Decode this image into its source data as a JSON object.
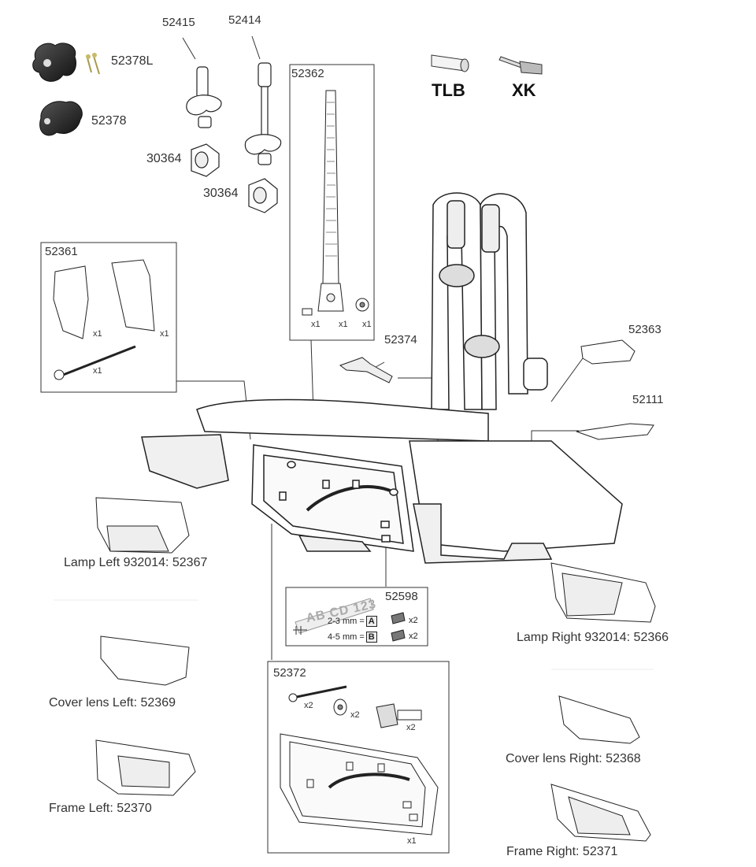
{
  "diagram": {
    "top_parts": {
      "knob_lock": "52378L",
      "knob": "52378",
      "arm_short": "52415",
      "arm_long": "52414",
      "wheel_a": "30364",
      "wheel_b": "30364",
      "lock_barrel": "TLB",
      "key": "XK"
    },
    "box_52362": {
      "title": "52362",
      "qty1": "x1",
      "qty2": "x1",
      "qty3": "x1"
    },
    "box_52361": {
      "title": "52361",
      "qty1": "x1",
      "qty2": "x1",
      "qty3": "x1"
    },
    "box_52598": {
      "title": "52598",
      "plate_text": "AB CD 123",
      "row1_label": "2-3 mm =",
      "row1_letter": "A",
      "row1_qty": "x2",
      "row2_label": "4-5 mm =",
      "row2_letter": "B",
      "row2_qty": "x2"
    },
    "box_52372": {
      "title": "52372",
      "qty1": "x2",
      "qty2": "x2",
      "qty3": "x2",
      "qty4": "x1"
    },
    "callouts": {
      "strap": "52374",
      "clip": "52363",
      "connector": "52111"
    },
    "side_parts": {
      "lamp_left": "Lamp Left 932014: 52367",
      "lamp_right": "Lamp Right 932014: 52366",
      "cover_left": "Cover lens Left: 52369",
      "cover_right": "Cover lens Right: 52368",
      "frame_left": "Frame Left: 52370",
      "frame_right": "Frame Right: 52371"
    }
  }
}
